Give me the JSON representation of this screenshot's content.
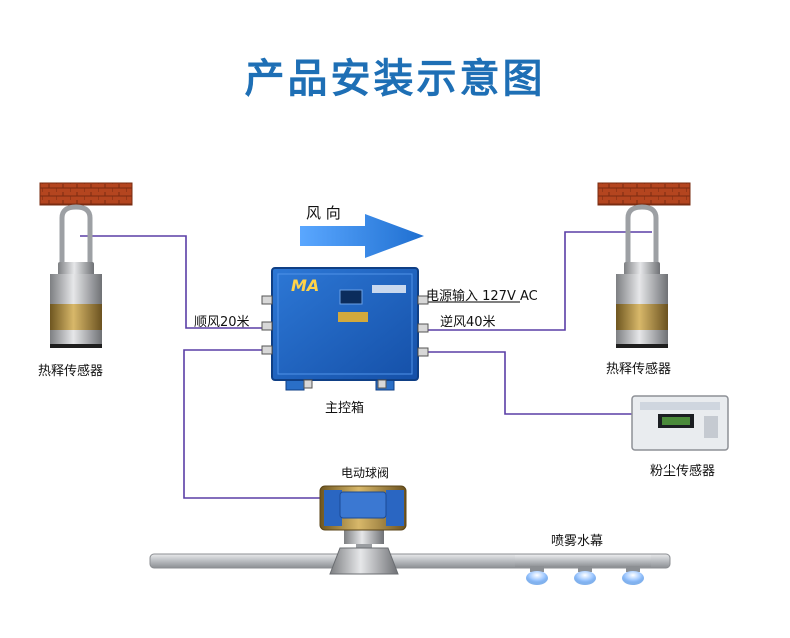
{
  "title": "产品安装示意图",
  "labels": {
    "wind_direction": "风 向",
    "left_sensor": "热释传感器",
    "right_sensor": "热释传感器",
    "downwind": "顺风20米",
    "power_input": "电源输入 127V AC",
    "upwind": "逆风40米",
    "main_box": "主控箱",
    "main_box_logo": "MA",
    "dust_sensor": "粉尘传感器",
    "valve": "电动球阀",
    "spray_curtain": "喷雾水幕"
  },
  "colors": {
    "title": "#1e6fb5",
    "arrow": "#2a7fd4",
    "wire": "#5a3ea6",
    "box": "#1b5fbf",
    "brick": "#b4451f",
    "pipe": "#b9bcc0",
    "spray": "#9fc8ff"
  }
}
